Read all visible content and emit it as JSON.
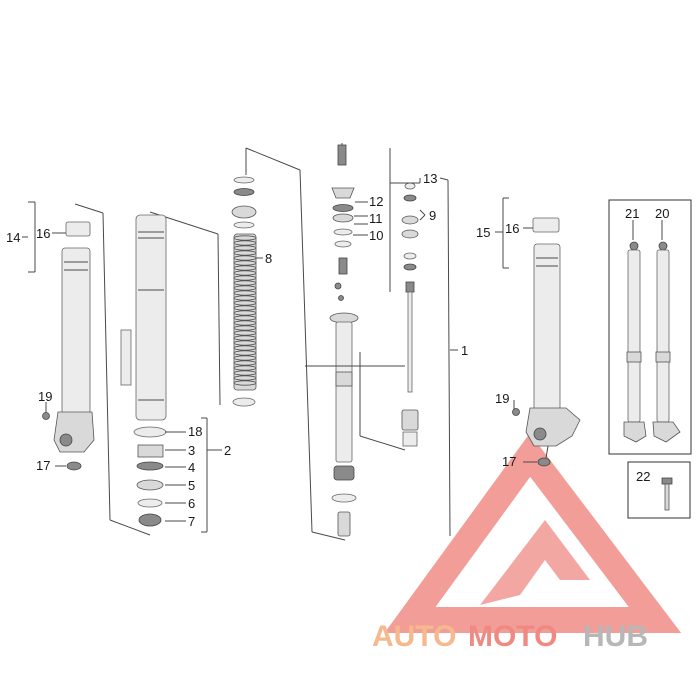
{
  "callouts": {
    "c1": "1",
    "c2": "2",
    "c3": "3",
    "c4": "4",
    "c5": "5",
    "c6": "6",
    "c7": "7",
    "c8": "8",
    "c9": "9",
    "c10": "10",
    "c11": "11",
    "c12": "12",
    "c13": "13",
    "c14": "14",
    "c15": "15",
    "c16a": "16",
    "c16b": "16",
    "c17a": "17",
    "c17b": "17",
    "c18": "18",
    "c19a": "19",
    "c19b": "19",
    "c20": "20",
    "c21": "21",
    "c22": "22"
  },
  "watermark": {
    "part1": "AUTO",
    "part2": "MOTO",
    "part3": "HUB",
    "color1": "#f6b98e",
    "color2": "#ef8a83",
    "color3": "#b7b7b7",
    "logo_color": "#f08c86"
  }
}
